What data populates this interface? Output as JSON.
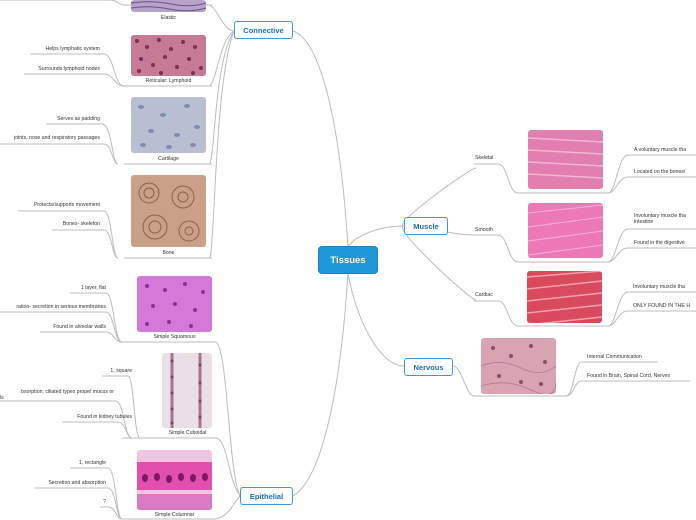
{
  "central": {
    "label": "Tissues"
  },
  "branches": {
    "connective": "Connective",
    "muscle": "Muscle",
    "nervous": "Nervous",
    "epithelial": "Epithelial"
  },
  "connective": {
    "elastic": {
      "caption": "Elastic"
    },
    "reticular": {
      "caption": "Reticular: Lymphoid",
      "notes": [
        "Helps lymphatic system",
        "Surrounds lymphoid nodes"
      ]
    },
    "cartilage": {
      "caption": "Cartilage",
      "notes": [
        "Serves as padding",
        "joints, nose and respiratory passages"
      ]
    },
    "bone": {
      "caption": "Bone",
      "notes": [
        "Protects/supports movement",
        "Bones- skeleton"
      ]
    }
  },
  "muscle": {
    "skeletal": {
      "label": "Skeletal",
      "notes": [
        "A voluntary muscle tha",
        "Located on the bones/"
      ]
    },
    "smooth": {
      "label": "Smooth",
      "notes": [
        "Involuntary muscle tha",
        "intestine",
        "Found in the digestive"
      ]
    },
    "cardiac": {
      "label": "Cardiac",
      "notes": [
        "Involuntary muscle tha",
        "ONLY FOUND IN THE H"
      ]
    }
  },
  "nervous": {
    "notes": [
      "Internal Communication",
      "Found in Brain, Spinal Cord, Nerves"
    ]
  },
  "epithelial": {
    "simple_squamous": {
      "caption": "Simple Squamous",
      "notes": [
        "1 layer, flat",
        "ration- secretion in serious membranes",
        "Found in alveolar walls"
      ]
    },
    "simple_cuboidal": {
      "caption": "Simple Cuboidal",
      "notes": [
        "1, square",
        "bsorption; ciliated types propel mucus or",
        "ls",
        "Found in kidney tubules"
      ]
    },
    "simple_columnar": {
      "caption": "Simple Columnar",
      "notes": [
        "1, rectangle",
        "Secretion and absorption",
        "?"
      ]
    }
  },
  "colors": {
    "central": "#1e97db",
    "branch_border": "#3a9ad9",
    "connector": "#b9bcc1"
  }
}
